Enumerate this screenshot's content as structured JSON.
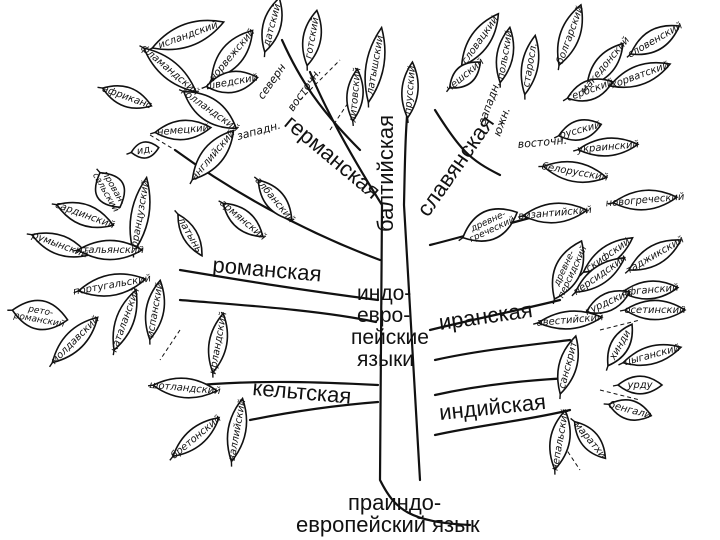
{
  "center": {
    "line1": "индо-",
    "line2": "евро-",
    "line3": "пейские",
    "line4": "языки"
  },
  "root": {
    "line1": "праиндо-",
    "line2": "европейский язык"
  },
  "branches": {
    "germanic": "германская",
    "baltic": "балтийская",
    "slavic": "славянская",
    "romance": "романская",
    "iranian": "иранская",
    "celtic": "кельтская",
    "indic": "индийская"
  },
  "sub": {
    "north": "северн",
    "east_g": "восточн.",
    "west_g": "западн.",
    "south_s": "южн.",
    "west_s": "западн.",
    "east_s": "восточн."
  },
  "leaves": {
    "icelandic": "исландский",
    "norwegian": "норвежский",
    "danish": "датский",
    "gothic": "готский",
    "swedish": "шведский",
    "flemish": "фламандский",
    "afrikaans": "африканс",
    "dutch": "голландский",
    "german": "немецкий",
    "yiddish": "ид.",
    "english": "английский",
    "latvian": "латышский",
    "lithuanian": "литовский",
    "prussian": "прусский",
    "slovene": "словенский",
    "macedonian": "македонский",
    "bulgarian": "болгарский",
    "croatian": "хорватский",
    "serbian": "сербский",
    "old_slavonic": "старосл.",
    "polish": "польский",
    "slovak": "словацкий",
    "czech": "чешский",
    "russian": "русский",
    "ukrainian": "украинский",
    "belarusian": "белорусский",
    "provencal": "прован-сальский",
    "french": "французский",
    "sardinian": "сардинский",
    "romanian": "румынский",
    "italian": "итальянский",
    "latin": "латынь",
    "albanian": "албанский",
    "armenian": "армянский",
    "rhaeto": "рето-романский",
    "portuguese": "португальский",
    "moldavian": "молдавский",
    "catalan": "каталанский",
    "spanish": "испанский",
    "byzantine": "византийский",
    "modern_greek": "новогреческий",
    "ancient_greek": "древне-греческий",
    "ossetic": "осетинский",
    "old_persian": "древне-персидский",
    "scythian": "скифский",
    "persian": "персидский",
    "tajik": "таджикский",
    "afghan": "афганский",
    "kurdish": "курдский",
    "avestan": "авестийский",
    "irish": "ирландский",
    "scottish": "шотландский",
    "breton": "бретонский",
    "welsh": "валлийский",
    "sanskrit": "санскрит",
    "hindi": "хинди",
    "gypsy": "цыганский",
    "urdu": "урду",
    "bengali": "бенгали",
    "marathi": "маратхи",
    "nepali": "непальский"
  }
}
